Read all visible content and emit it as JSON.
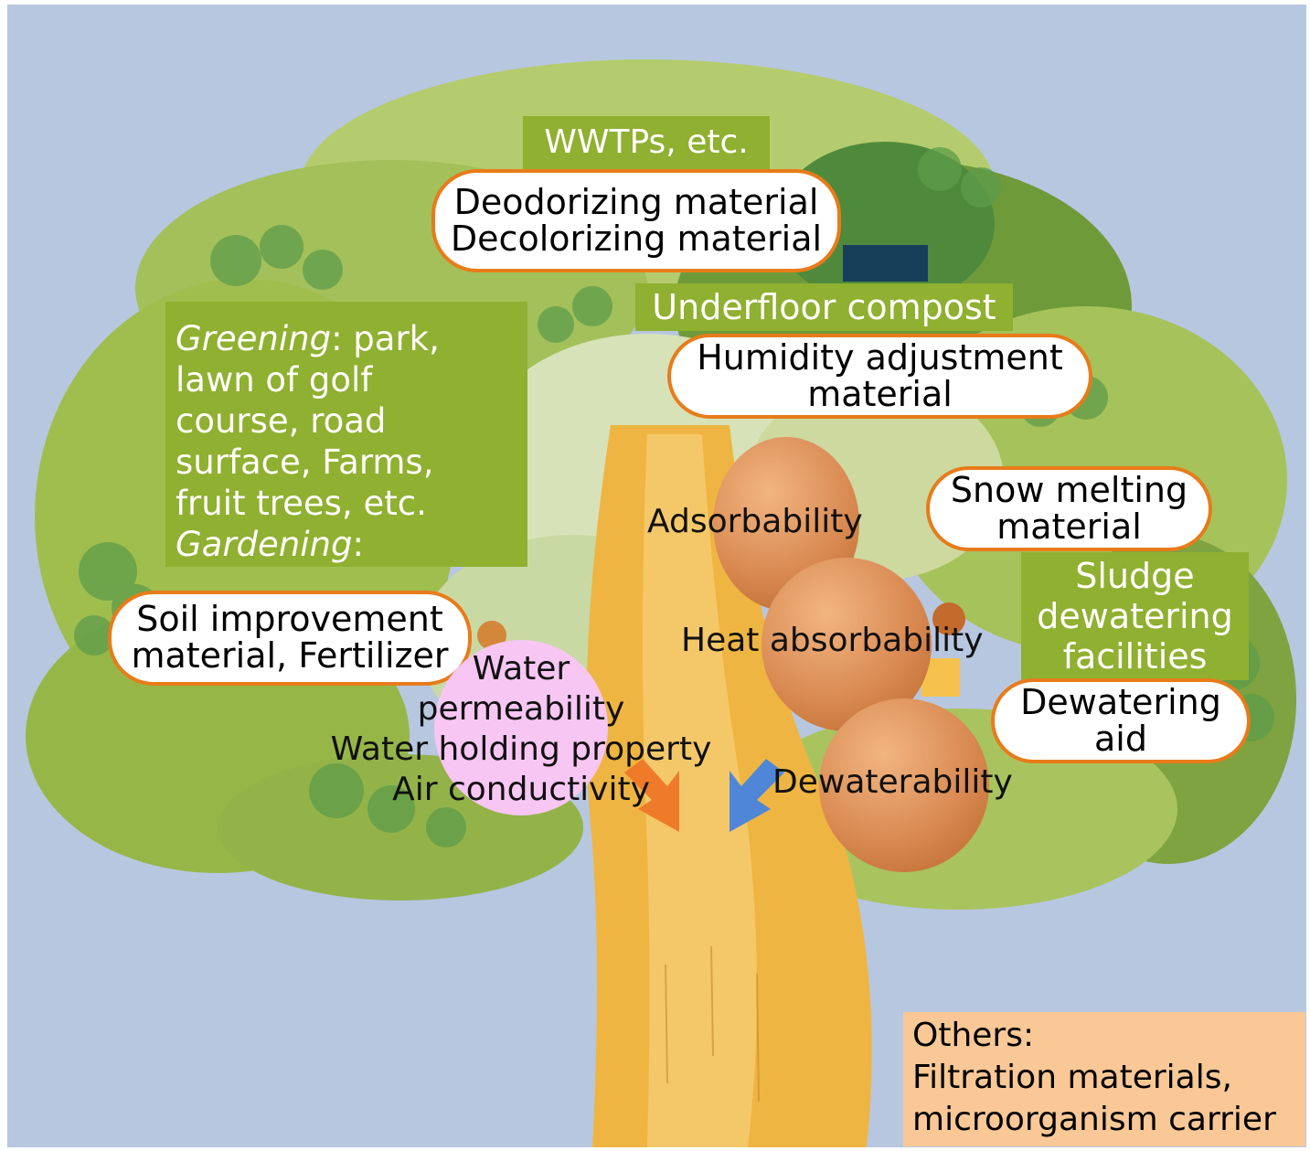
{
  "labels": {
    "wwtp": "WWTPs, etc.",
    "deodor_line1": "Deodorizing material",
    "deodor_line2": "Decolorizing material",
    "underfloor": "Underfloor compost",
    "humidity_line1": "Humidity adjustment",
    "humidity_line2": "material",
    "greening_term": "Greening",
    "greening_rest": ": park,\nlawn of golf\ncourse, road\nsurface, Farms,\nfruit trees, etc.",
    "gardening_term": "Gardening",
    "gardening_rest": ":",
    "soil_line1": "Soil improvement",
    "soil_line2": "material, Fertilizer",
    "snow_line1": "Snow melting",
    "snow_line2": "material",
    "sludge": "Sludge\ndewatering\nfacilities",
    "dewatering_aid_line1": "Dewatering",
    "dewatering_aid_line2": "aid",
    "prop_adsorb": "Adsorbability",
    "prop_heat": "Heat absorbability",
    "prop_dewater": "Dewaterability",
    "prop_water": "Water\npermeability\nWater holding property\nAir conductivity",
    "others": "Others:\nFiltration materials,\nmicroorganism carrier"
  },
  "colors": {
    "sky": "#b7c7e0",
    "leaf_green": "#8fb030",
    "pill_border": "#e87b1a",
    "property_ball": "#d98a52",
    "water_ball": "#f7c6f3",
    "others_box": "#f9c896",
    "trunk": "#efb542",
    "dark_block": "#173f5a",
    "arrow_orange": "#ef7a2a",
    "arrow_blue": "#4f86d8"
  }
}
